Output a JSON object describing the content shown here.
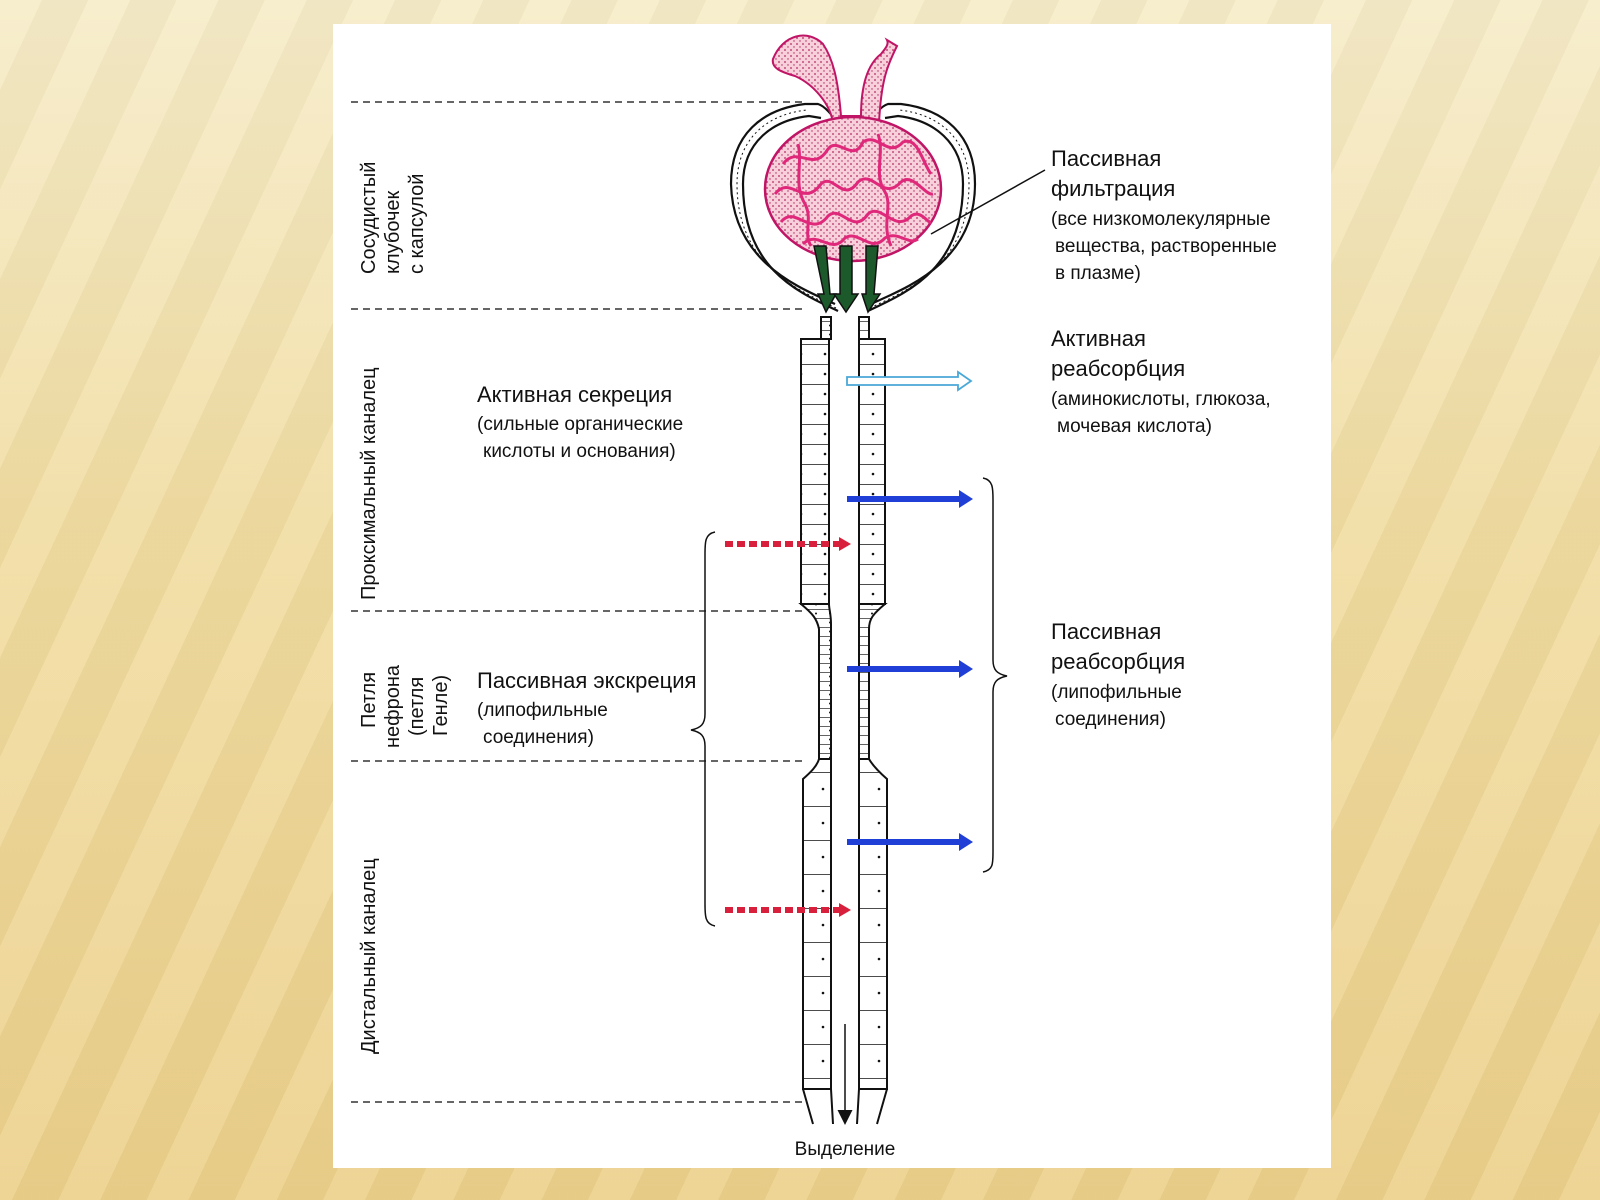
{
  "sections": [
    "Сосудистый",
    "клубочек",
    "с капсулой",
    "Проксимальный каналец",
    "Петля",
    "нефрона",
    "(петля",
    "Генле)",
    "Дистальный каналец"
  ],
  "processes": {
    "passive_filtration": {
      "title": [
        "Пассивная",
        "фильтрация"
      ],
      "detail": [
        "(все низкомолекулярные",
        "вещества, растворенные",
        "в плазме)"
      ]
    },
    "active_reabsorption": {
      "title": [
        "Активная",
        "реабсорбция"
      ],
      "detail": [
        "(аминокислоты, глюкоза,",
        "мочевая кислота)"
      ]
    },
    "active_secretion": {
      "title": [
        "Активная секреция"
      ],
      "detail": [
        "(сильные органические",
        "кислоты  и основания)"
      ]
    },
    "passive_excretion": {
      "title": [
        "Пассивная экскреция"
      ],
      "detail": [
        "(липофильные",
        "соединения)"
      ]
    },
    "passive_reabsorption": {
      "title": [
        "Пассивная",
        "реабсорбция"
      ],
      "detail": [
        "(липофильные",
        "соединения)"
      ]
    }
  },
  "output_label": "Выделение",
  "colors": {
    "glomerulus": "#e0287a",
    "active_reabsorption_arrow": "#4aa8d8",
    "passive_reabsorption_arrow": "#1f3fd6",
    "excretion_arrow": "#d8203c",
    "filtration_arrow": "#1c5a2c"
  }
}
